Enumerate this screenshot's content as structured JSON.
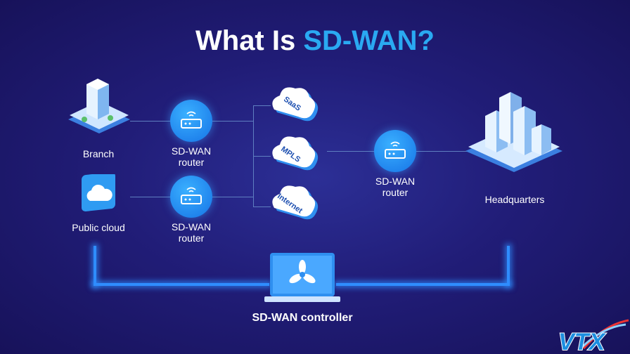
{
  "title": {
    "prefix": "What Is ",
    "highlight": "SD-WAN?"
  },
  "nodes": {
    "branch": "Branch",
    "public_cloud": "Public cloud",
    "router1": [
      "SD-WAN",
      "router"
    ],
    "router2": [
      "SD-WAN",
      "router"
    ],
    "router3": [
      "SD-WAN",
      "router"
    ],
    "clouds": [
      "SaaS",
      "MPLS",
      "Internet"
    ],
    "headquarters": "Headquarters",
    "controller": "SD-WAN controller"
  },
  "logo": "VTX",
  "colors": {
    "background": "#1a1562",
    "accent": "#2aa9f2",
    "link": "#2f8dff"
  }
}
